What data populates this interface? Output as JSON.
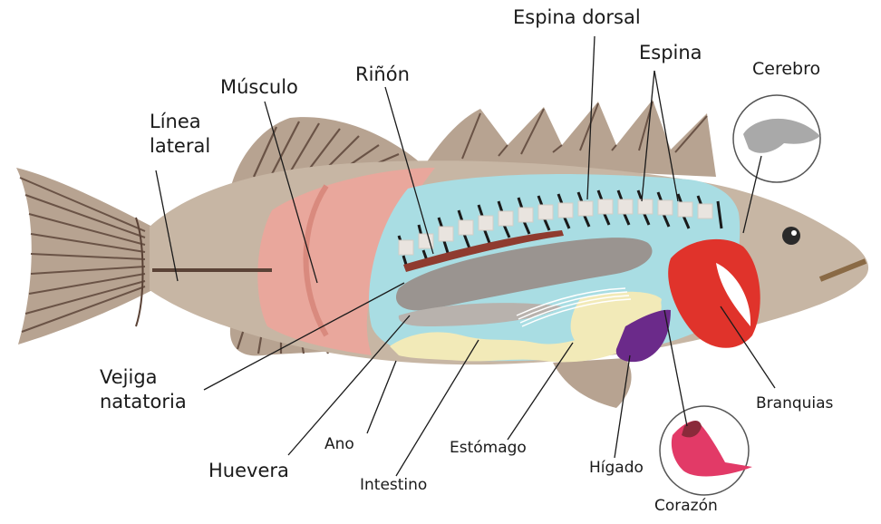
{
  "labels": {
    "espina_dorsal": "Espina dorsal",
    "espina": "Espina",
    "cerebro": "Cerebro",
    "musculo": "Músculo",
    "rinon": "Riñón",
    "linea_lateral_1": "Línea",
    "linea_lateral_2": "lateral",
    "vejiga_1": "Vejiga",
    "vejiga_2": "natatoria",
    "ano": "Ano",
    "huevera": "Huevera",
    "intestino": "Intestino",
    "estomago": "Estómago",
    "higado": "Hígado",
    "branquias": "Branquias",
    "corazon": "Corazón"
  },
  "colors": {
    "body": "#c7b6a4",
    "fin": "#b7a391",
    "fin_ray": "#6a5346",
    "muscle": "#e9a79c",
    "cavity": "#a9dde3",
    "vertebra": "#e9e4df",
    "kidney": "#8f3b2f",
    "swim_bladder": "#9a9490",
    "intestine": "#f2eab8",
    "liver": "#6b2a8a",
    "gills": "#e0332b",
    "heart": "#e23a67",
    "brain": "#a9a9a9"
  }
}
